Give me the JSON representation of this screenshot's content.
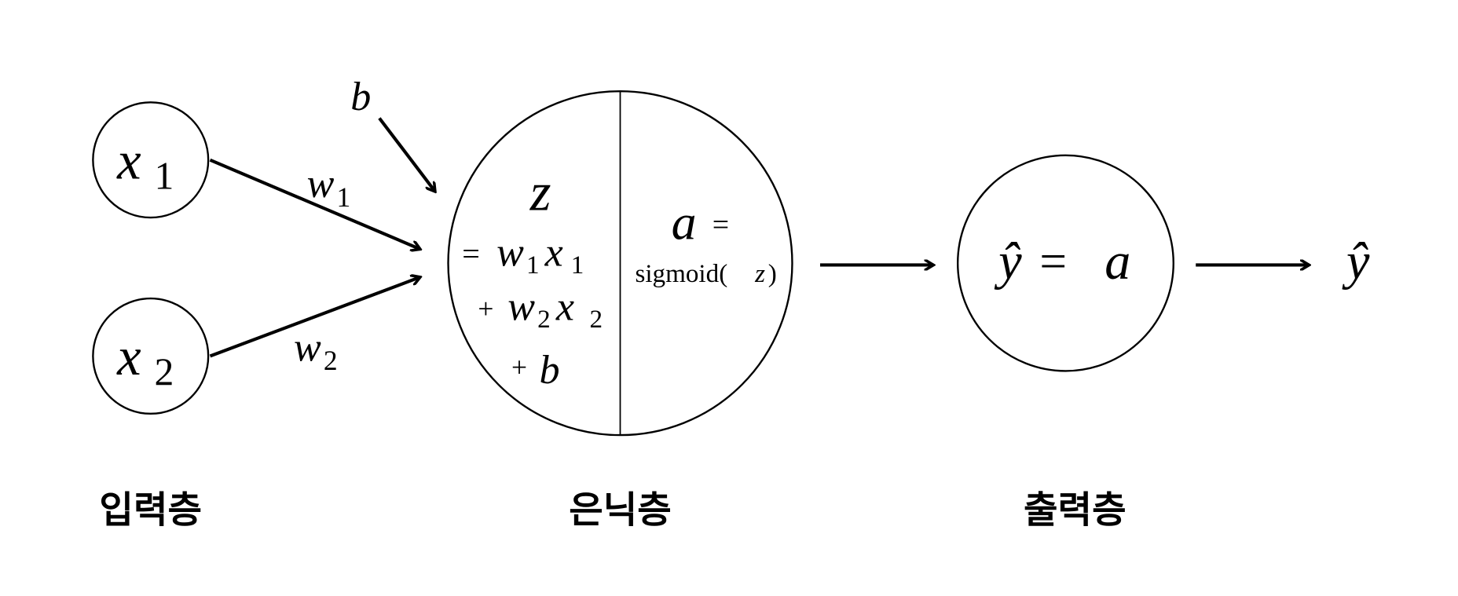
{
  "input_layer": {
    "label": "입력층",
    "nodes": [
      {
        "var": "x",
        "sub": "1"
      },
      {
        "var": "x",
        "sub": "2"
      }
    ],
    "weights": [
      {
        "var": "w",
        "sub": "1"
      },
      {
        "var": "w",
        "sub": "2"
      }
    ],
    "bias": "b"
  },
  "hidden_layer": {
    "label": "은닉층",
    "z_symbol": "z",
    "z_formula": {
      "line1_eq": "=",
      "line1_w": "w",
      "line1_w_sub": "1",
      "line1_x": "x",
      "line1_x_sub": "1",
      "line2_plus": "+",
      "line2_w": "w",
      "line2_w_sub": "2",
      "line2_x": "x",
      "line2_x_sub": "2",
      "line3_plus": "+",
      "line3_b": "b"
    },
    "a_symbol": "a",
    "a_eq": "=",
    "a_formula_fn": "sigmoid(",
    "a_formula_arg": "z",
    "a_formula_close": ")"
  },
  "output_layer": {
    "label": "출력층",
    "node_lhs": "ŷ",
    "node_eq": "=",
    "node_rhs": "a",
    "final_output": "ŷ"
  }
}
